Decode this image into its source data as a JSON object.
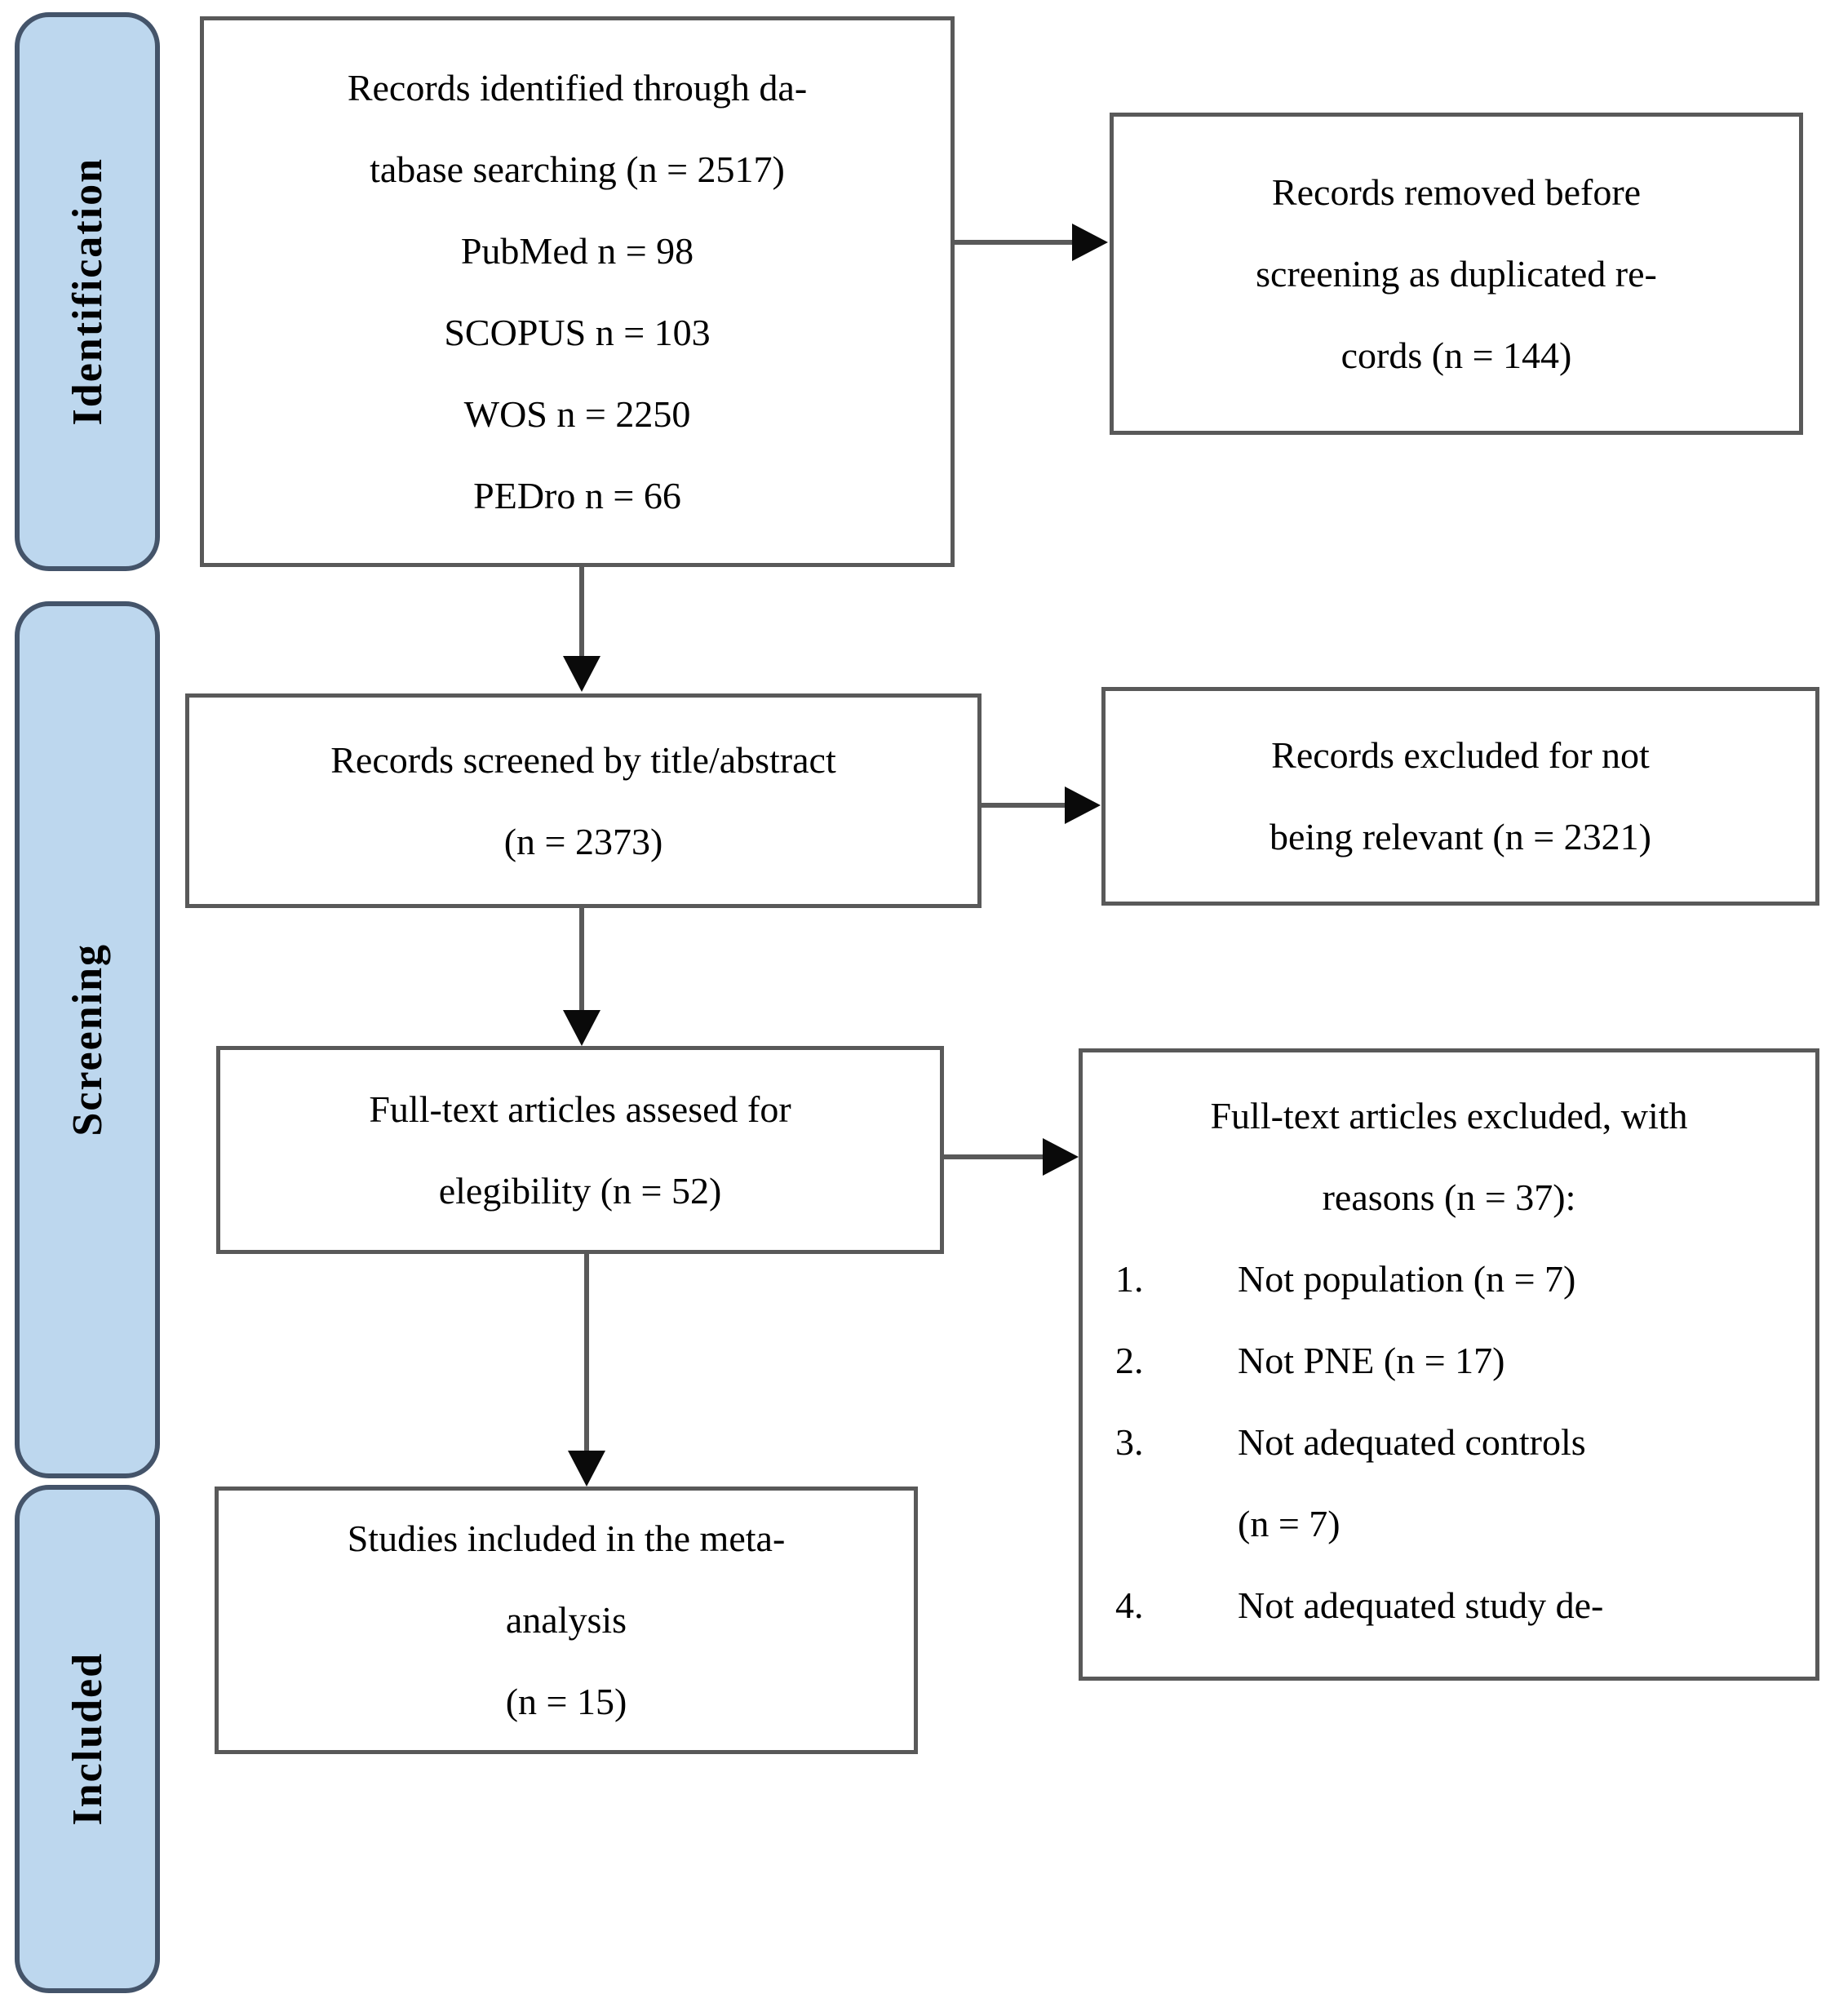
{
  "diagram": {
    "title": "PRISMA study selection flow diagram",
    "stages": [
      {
        "label": "Identification"
      },
      {
        "label": "Screening"
      },
      {
        "label": "Included"
      }
    ],
    "boxes": {
      "identified": {
        "lines": [
          "Records identified through da-",
          "tabase searching (n = 2517)",
          "PubMed n = 98",
          "SCOPUS n = 103",
          "WOS n = 2250",
          "PEDro n = 66"
        ]
      },
      "removed_duplicates": {
        "lines": [
          "Records removed before",
          "screening as duplicated re-",
          "cords (n = 144)"
        ]
      },
      "screened": {
        "lines": [
          "Records screened by title/abstract",
          "(n = 2373)"
        ]
      },
      "excluded_not_relevant": {
        "lines": [
          "Records excluded for not",
          "being relevant (n = 2321)"
        ]
      },
      "fulltext_assessed": {
        "lines": [
          "Full-text articles assesed for",
          "elegibility (n = 52)"
        ]
      },
      "fulltext_excluded": {
        "heading_lines": [
          "Full-text articles excluded, with",
          "reasons (n = 37):"
        ],
        "items": [
          {
            "num": "1.",
            "line1": "Not population (n = 7)",
            "line2": ""
          },
          {
            "num": "2.",
            "line1": "Not PNE (n = 17)",
            "line2": ""
          },
          {
            "num": "3.",
            "line1": "Not adequated controls",
            "line2": "(n = 7)"
          },
          {
            "num": "4.",
            "line1": "Not adequated study de-",
            "line2": ""
          }
        ]
      },
      "included_studies": {
        "lines": [
          "Studies included in the meta-",
          "analysis",
          "(n = 15)"
        ]
      }
    },
    "colors": {
      "stage_fill": "#BDD7EE",
      "stage_border": "#44546A",
      "box_border": "#595959",
      "arrow_line": "#595959",
      "arrow_head": "#0A0A0A",
      "text": "#000000",
      "background": "#FFFFFF"
    }
  }
}
